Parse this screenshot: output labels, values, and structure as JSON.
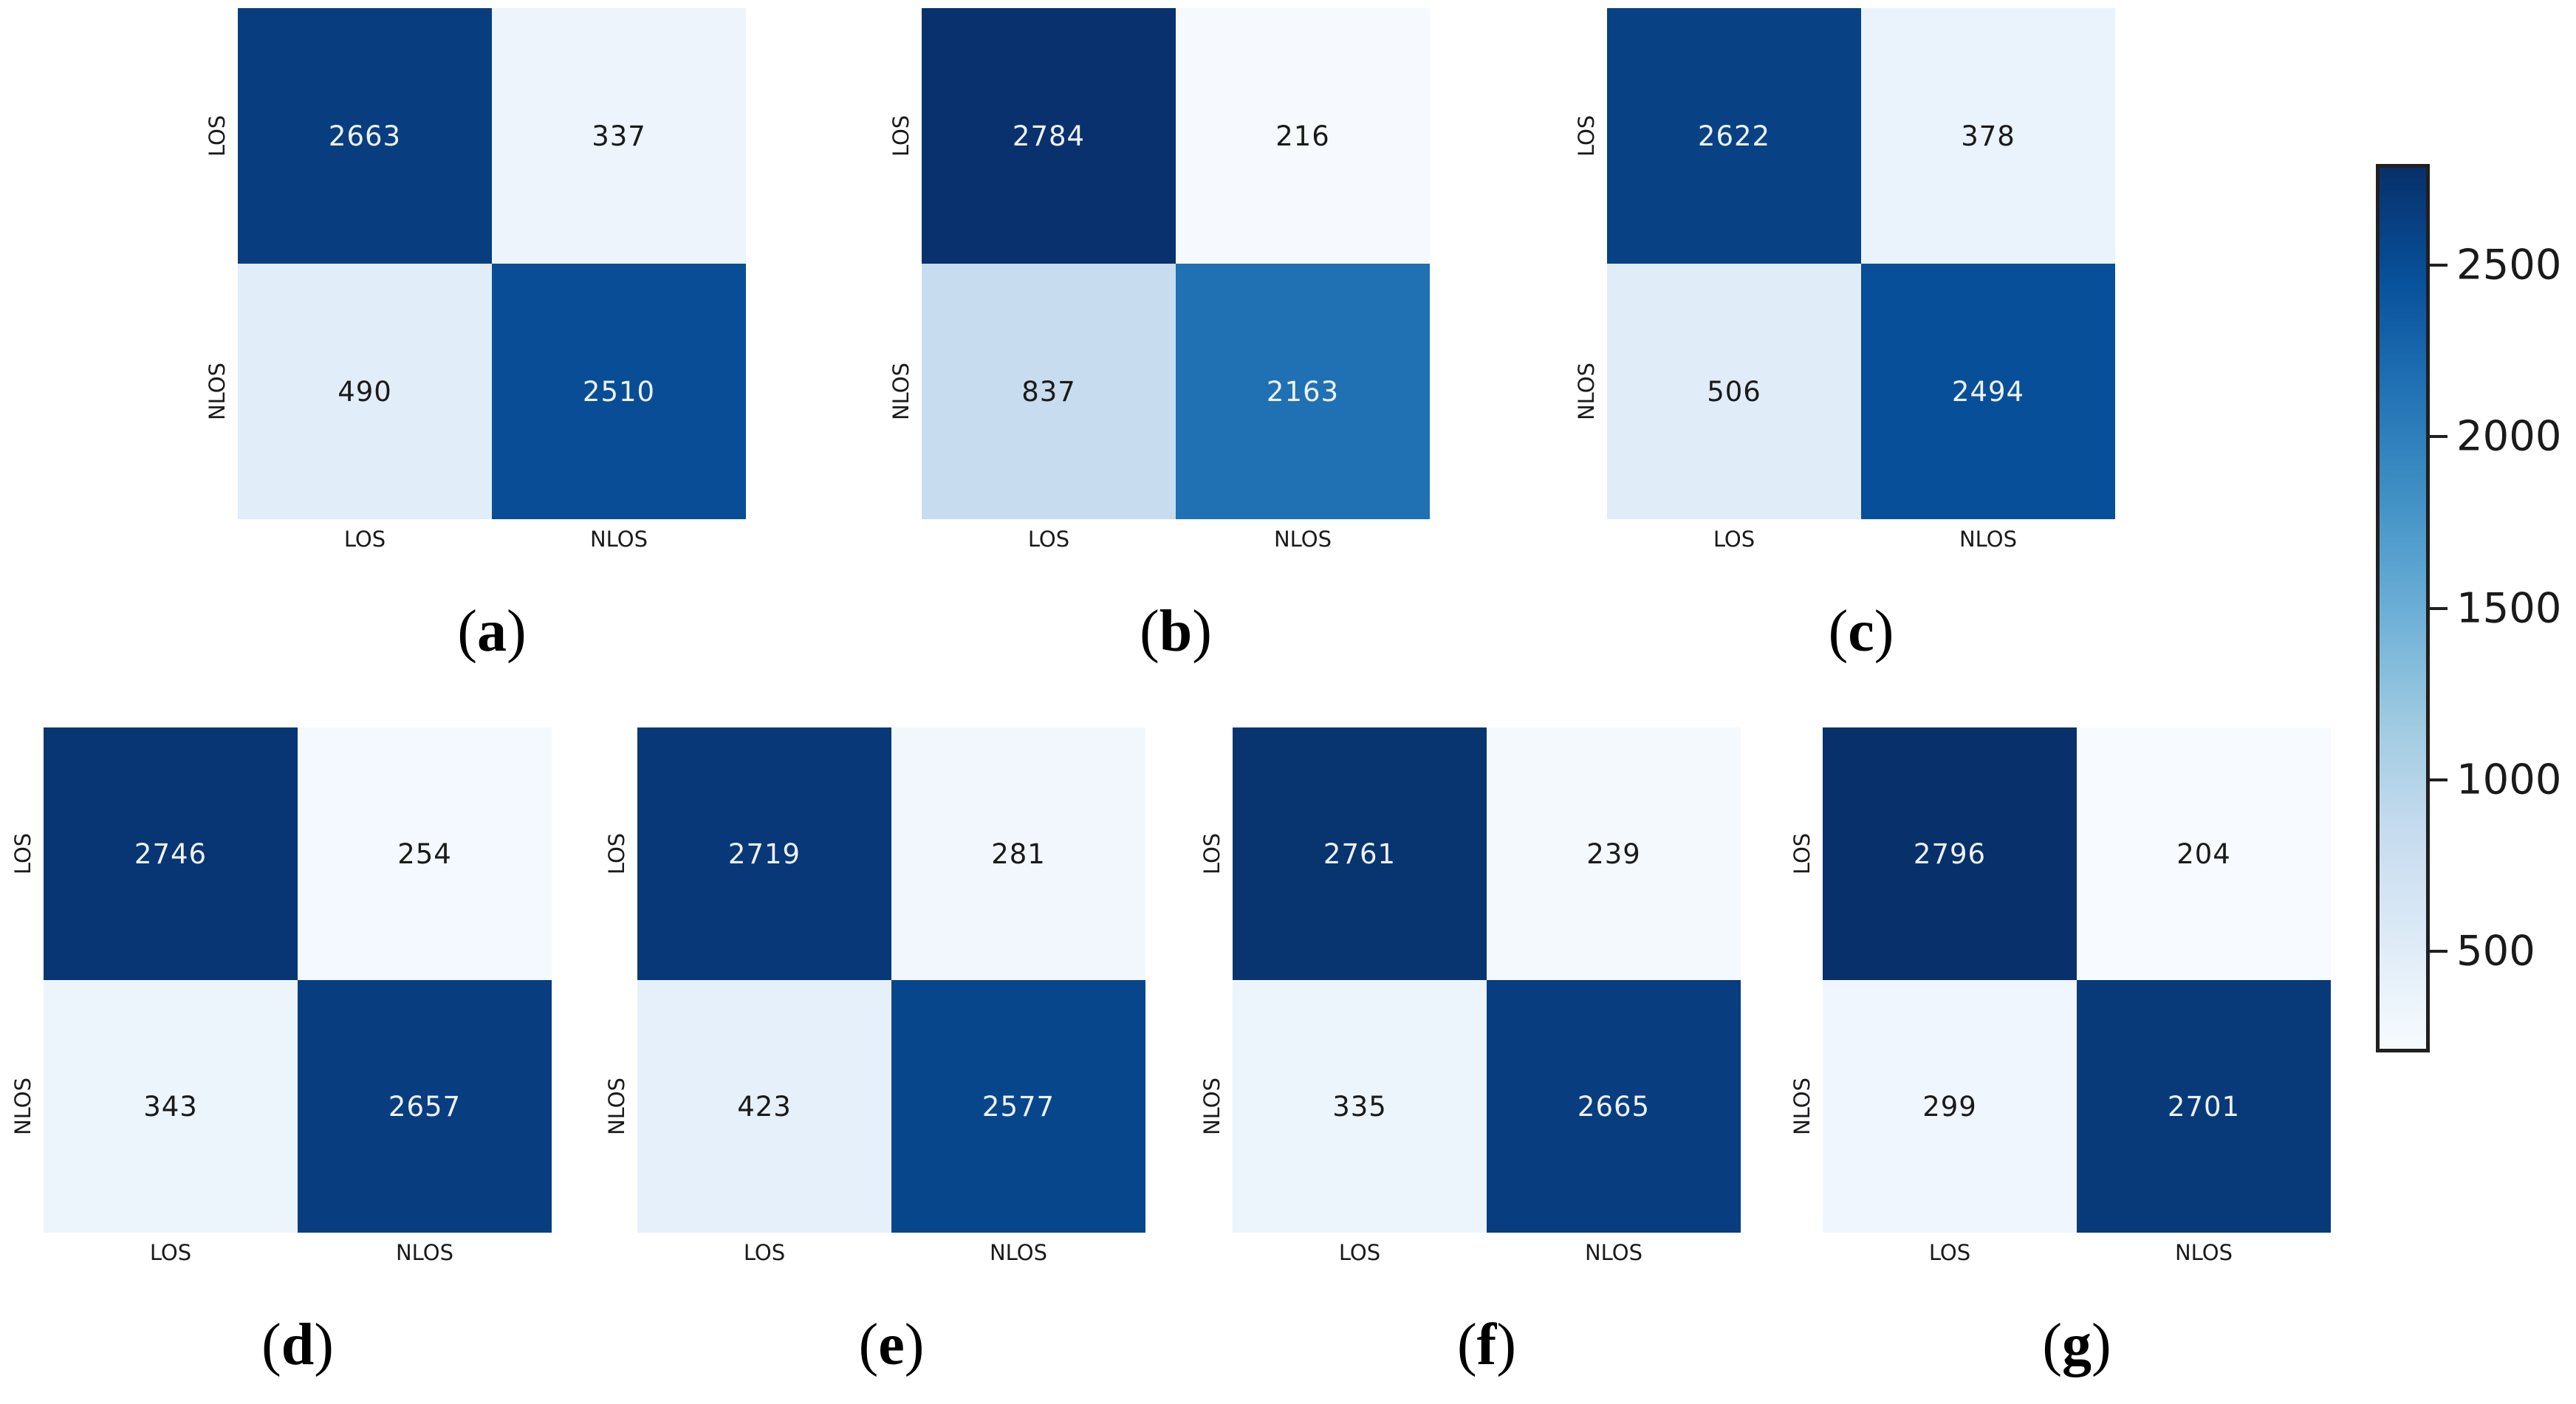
{
  "figure": {
    "caption_open": "(",
    "caption_close": ")"
  },
  "chart_data": {
    "type": "heatmap",
    "subtype": "confusion-matrix-grid",
    "colormap": "Blues",
    "x_tick_labels": [
      "LOS",
      "NLOS"
    ],
    "y_tick_labels": [
      "LOS",
      "NLOS"
    ],
    "value_range": {
      "vmin": 204,
      "vmax": 2796
    },
    "panels": [
      {
        "letter": "a",
        "caption": "(a)",
        "matrix": [
          [
            2663,
            337
          ],
          [
            490,
            2510
          ]
        ]
      },
      {
        "letter": "b",
        "caption": "(b)",
        "matrix": [
          [
            2784,
            216
          ],
          [
            837,
            2163
          ]
        ]
      },
      {
        "letter": "c",
        "caption": "(c)",
        "matrix": [
          [
            2622,
            378
          ],
          [
            506,
            2494
          ]
        ]
      },
      {
        "letter": "d",
        "caption": "(d)",
        "matrix": [
          [
            2746,
            254
          ],
          [
            343,
            2657
          ]
        ]
      },
      {
        "letter": "e",
        "caption": "(e)",
        "matrix": [
          [
            2719,
            281
          ],
          [
            423,
            2577
          ]
        ]
      },
      {
        "letter": "f",
        "caption": "(f)",
        "matrix": [
          [
            2761,
            239
          ],
          [
            335,
            2665
          ]
        ]
      },
      {
        "letter": "g",
        "caption": "(g)",
        "matrix": [
          [
            2796,
            204
          ],
          [
            299,
            2701
          ]
        ]
      }
    ],
    "colorbar": {
      "vmin": 204,
      "vmax": 2796,
      "ticks": [
        2500,
        2000,
        1500,
        1000,
        500
      ],
      "legend_position": "right"
    }
  }
}
